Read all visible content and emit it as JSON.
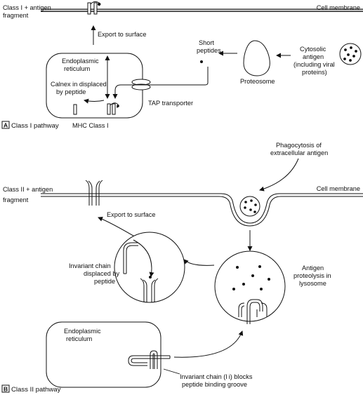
{
  "panel_a": {
    "badge": "A",
    "title": "Class I pathway",
    "label_fragment": [
      "Class I + antigen",
      "fragment"
    ],
    "label_membrane": "Cell membrane",
    "label_export": "Export to surface",
    "label_er": [
      "Endoplasmic",
      "reticulum"
    ],
    "label_short": [
      "Short",
      "peptides"
    ],
    "label_cytosolic": [
      "Cytosolic",
      "antigen",
      "(including viral",
      "proteins)"
    ],
    "label_proteosome": "Proteosome",
    "label_calnex": [
      "Calnex in displaced",
      "by peptide"
    ],
    "label_tap": "TAP transporter",
    "label_mhc": "MHC Class I"
  },
  "panel_b": {
    "badge": "B",
    "title": "Class II pathway",
    "label_phago": [
      "Phagocytosis of",
      "extracellular antigen"
    ],
    "label_fragment": [
      "Class II + antigen",
      "fragment"
    ],
    "label_membrane": "Cell membrane",
    "label_export": "Export to surface",
    "label_invariant": [
      "Invariant chain",
      "displaced by",
      "peptide"
    ],
    "label_proteolysis": [
      "Antigen",
      "proteolysis in",
      "lysosome"
    ],
    "label_er": [
      "Endoplasmic",
      "reticulum"
    ],
    "label_ii": [
      "Invariant chain (I i) blocks",
      "peptide binding groove"
    ]
  }
}
